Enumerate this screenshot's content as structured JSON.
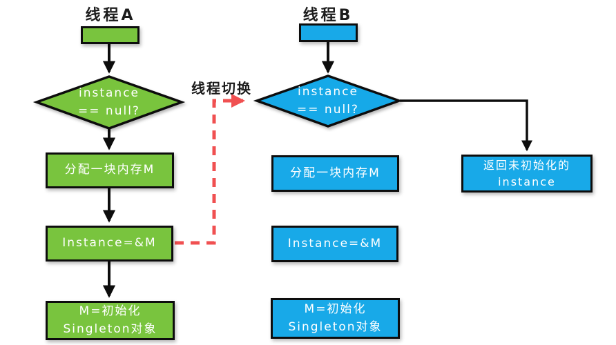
{
  "diagram_title": "singleton-double-checked-locking-thread-switch",
  "colors": {
    "thread_a_fill": "#79c43e",
    "thread_b_fill": "#18a9e8",
    "switch_arrow": "#f05051",
    "connector": "#0d0d0d",
    "shape_text": "#ffffff",
    "label_text": "#1c1c1c"
  },
  "switch": {
    "label": "线程切换"
  },
  "thread_a": {
    "title": "线程A",
    "decision": {
      "line1": "instance",
      "line2": "== null?"
    },
    "steps": [
      "分配一块内存M",
      "Instance=&M"
    ],
    "last_step": {
      "line1": "M=初始化",
      "line2": "Singleton对象"
    }
  },
  "thread_b": {
    "title": "线程B",
    "decision": {
      "line1": "instance",
      "line2": "== null?"
    },
    "steps": [
      "分配一块内存M",
      "Instance=&M"
    ],
    "last_step": {
      "line1": "M=初始化",
      "line2": "Singleton对象"
    },
    "return_box": {
      "line1": "返回未初始化的",
      "line2": "instance"
    }
  }
}
